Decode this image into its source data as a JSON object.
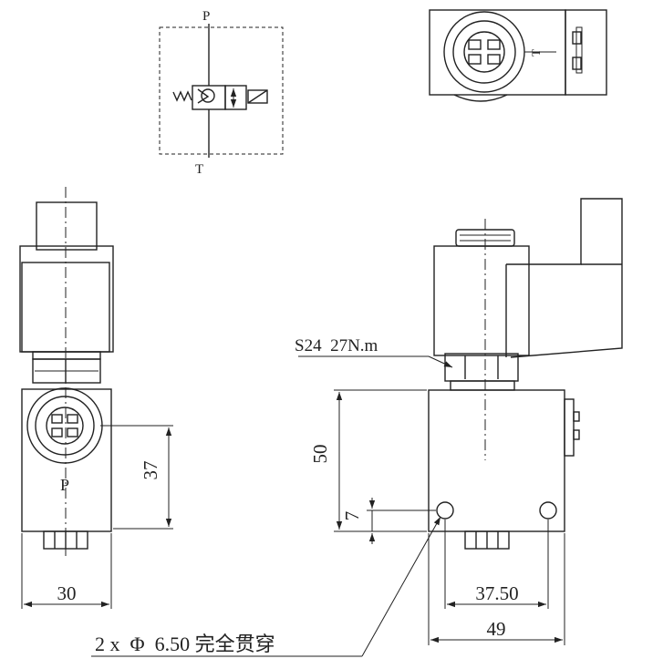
{
  "schematic": {
    "port_p": "P",
    "port_t": "T"
  },
  "top_view": {
    "port_label": "T"
  },
  "side_view": {
    "port_label": "P",
    "dim_width": "30",
    "dim_height": "37"
  },
  "front_view": {
    "wrench_note": "S24  27N.m",
    "dim_height": "50",
    "dim_hole_offset": "7",
    "dim_hole_spacing": "37.50",
    "dim_width": "49",
    "hole_note": "2 x  Φ  6.50 完全贯穿"
  },
  "colors": {
    "line": "#222222",
    "background": "#ffffff"
  }
}
